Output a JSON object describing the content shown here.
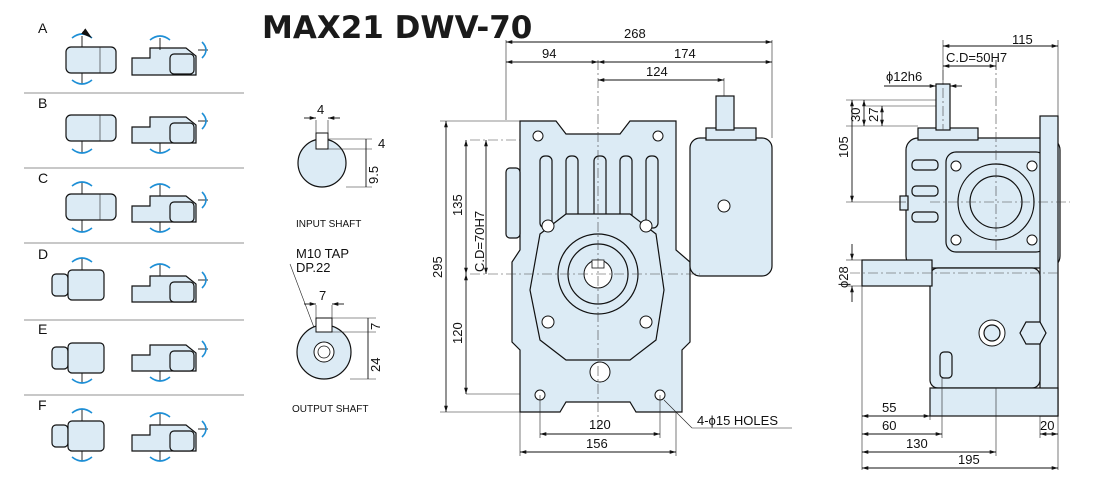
{
  "title": "MAX21 DWV-70",
  "colors": {
    "body": "#dcebf5",
    "arrow": "#1e8fd6",
    "ink": "#111111"
  },
  "rotation_options": [
    {
      "letter": "A"
    },
    {
      "letter": "B"
    },
    {
      "letter": "C"
    },
    {
      "letter": "D"
    },
    {
      "letter": "E"
    },
    {
      "letter": "F"
    }
  ],
  "input_shaft": {
    "label": "INPUT SHAFT",
    "keyway_width": "4",
    "keyway_depth": "4",
    "height": "9.5"
  },
  "output_shaft": {
    "label": "OUTPUT SHAFT",
    "tap_line1": "M10 TAP",
    "tap_line2": "DP.22",
    "keyway_width": "7",
    "keyway_depth": "7",
    "height": "24"
  },
  "front_view": {
    "dim_top_total": "268",
    "dim_top_left": "94",
    "dim_top_right": "174",
    "dim_top_inner": "124",
    "dim_left_total": "295",
    "dim_left_upper": "135",
    "dim_left_lower": "120",
    "center_distance": "C.D=70H7",
    "dim_bottom_inner": "120",
    "dim_bottom_outer": "156",
    "holes_label": "4-ϕ15 HOLES"
  },
  "side_view": {
    "dim_top_total": "115",
    "center_distance": "C.D=50H7",
    "shaft_dia": "ϕ12h6",
    "dim_30": "30",
    "dim_27": "27",
    "dim_105": "105",
    "dim_28": "ϕ28",
    "dim_55": "55",
    "dim_60": "60",
    "dim_130": "130",
    "dim_195": "195",
    "dim_20": "20"
  }
}
